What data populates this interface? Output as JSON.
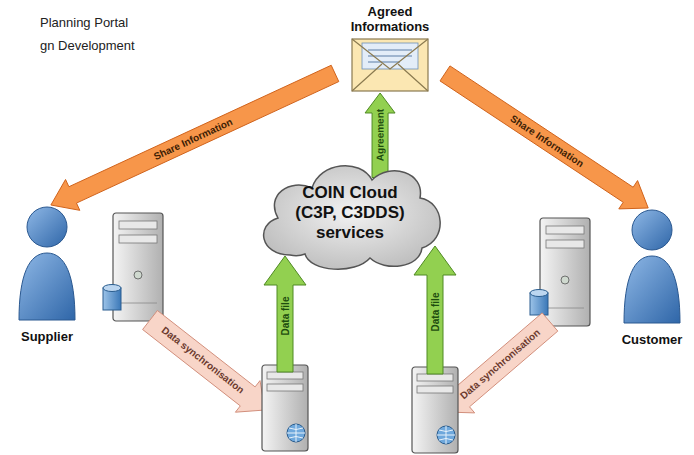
{
  "diagram": {
    "nodes": [
      {
        "text": [
          "Agreed Informations"
        ]
      },
      {
        "text": [
          "COIN Cloud (C3P, C3DDS) services"
        ]
      },
      {
        "text": [
          "Supplier"
        ]
      },
      {
        "text": [
          "Customer"
        ]
      }
    ],
    "edges": [
      {
        "from": 1,
        "to": 0,
        "arrow": "to",
        "label": "Agreement"
      },
      {
        "from": 0,
        "to": 2,
        "arrow": "to",
        "label": "Share Information"
      },
      {
        "from": 0,
        "to": 3,
        "arrow": "to",
        "label": "Share Information"
      }
    ],
    "labels": [
      "Planning Portal",
      "gn Development",
      "Data synchronisation",
      "Data file",
      "Data file",
      "Data synchronisation"
    ]
  }
}
